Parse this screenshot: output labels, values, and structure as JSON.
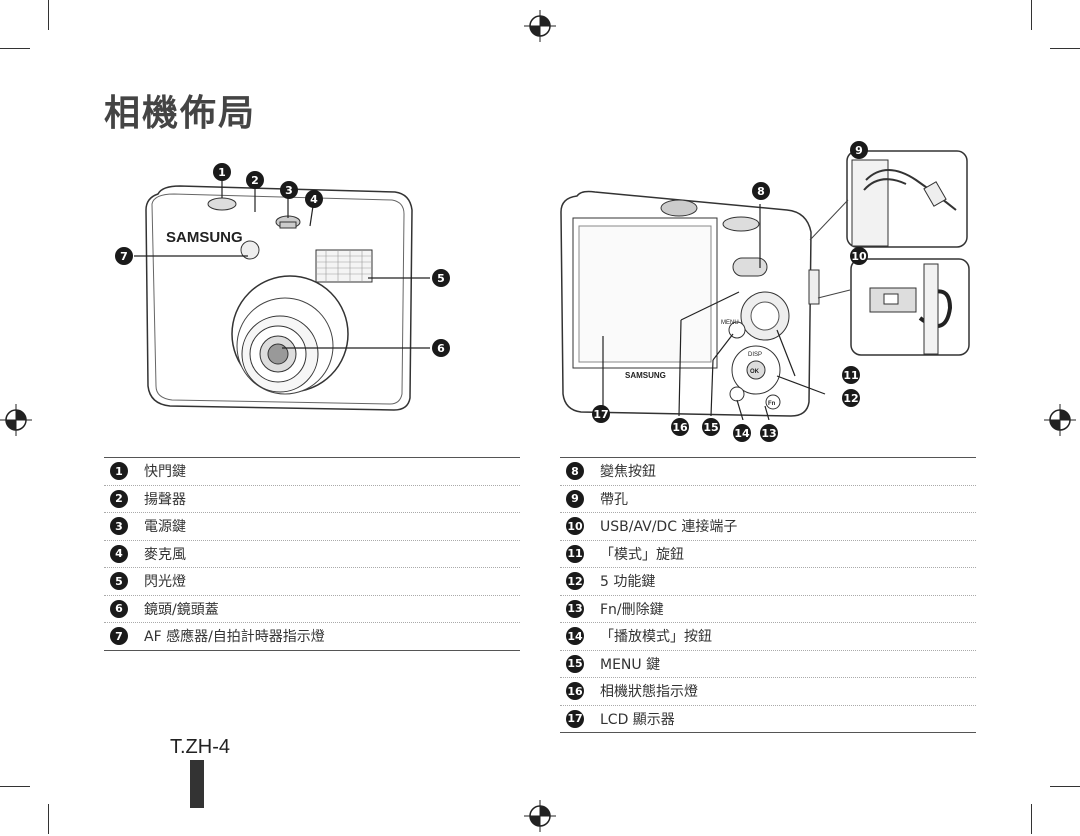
{
  "title": "相機佈局",
  "brand": "SAMSUNG",
  "footer": {
    "page_label": "T.ZH-4"
  },
  "left_list": [
    {
      "num": "1",
      "label": "快門鍵"
    },
    {
      "num": "2",
      "label": "揚聲器"
    },
    {
      "num": "3",
      "label": "電源鍵"
    },
    {
      "num": "4",
      "label": "麥克風"
    },
    {
      "num": "5",
      "label": "閃光燈"
    },
    {
      "num": "6",
      "label": "鏡頭/鏡頭蓋"
    },
    {
      "num": "7",
      "label": "AF 感應器/自拍計時器指示燈"
    }
  ],
  "right_list": [
    {
      "num": "8",
      "label": "變焦按鈕"
    },
    {
      "num": "9",
      "label": "帶孔"
    },
    {
      "num": "10",
      "label": "USB/AV/DC 連接端子"
    },
    {
      "num": "11",
      "label": "「模式」旋鈕"
    },
    {
      "num": "12",
      "label": "5 功能鍵"
    },
    {
      "num": "13",
      "label": "Fn/刪除鍵"
    },
    {
      "num": "14",
      "label": "「播放模式」按鈕"
    },
    {
      "num": "15",
      "label": "MENU 鍵"
    },
    {
      "num": "16",
      "label": "相機狀態指示燈"
    },
    {
      "num": "17",
      "label": "LCD 顯示器"
    }
  ],
  "camera_buttons": {
    "menu": "MENU",
    "disp": "DISP",
    "ok": "OK",
    "fn": "Fn"
  }
}
